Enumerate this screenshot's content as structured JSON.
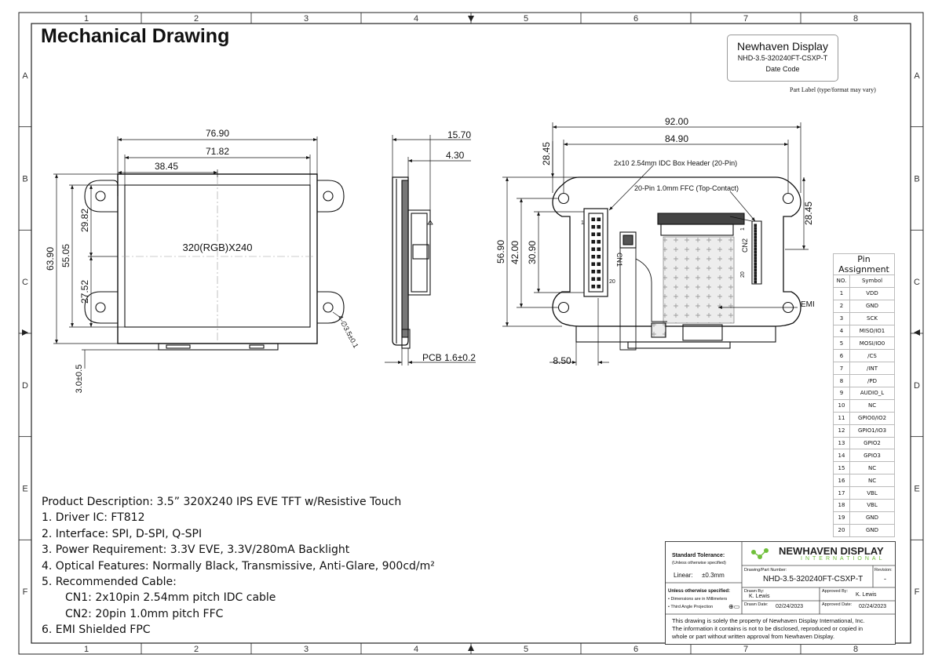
{
  "sheet": {
    "title": "Mechanical Drawing",
    "columns": [
      "1",
      "2",
      "3",
      "4",
      "5",
      "6",
      "7",
      "8"
    ],
    "rows": [
      "A",
      "B",
      "C",
      "D",
      "E",
      "F"
    ]
  },
  "part_label": {
    "company": "Newhaven Display",
    "part_number": "NHD-3.5-320240FT-CSXP-T",
    "date_code": "Date Code",
    "note": "Part Label (type/format may vary)"
  },
  "front_view": {
    "dim_width_outer": "76.90",
    "dim_width_active": "71.82",
    "dim_half_width": "38.45",
    "dim_height_outer": "63.90",
    "dim_height_active": "55.05",
    "dim_upper": "29.82",
    "dim_lower": "27.52",
    "dim_tail": "3.0±0.5",
    "hole_note": "4-∅3.5±0.1",
    "resolution_label": "320(RGB)X240"
  },
  "side_view": {
    "dim_total": "15.70",
    "dim_header": "4.30",
    "pcb_note": "PCB 1.6±0.2"
  },
  "back_view": {
    "dim_outer": "92.00",
    "dim_holes": "84.90",
    "dim_top_left": "28.45",
    "dim_right": "28.45",
    "dim_height": "56.90",
    "dim_height_inner": "42.00",
    "dim_connector": "30.90",
    "dim_offset": "8.50",
    "cn1_callout": "2x10 2.54mm IDC Box Header (20-Pin)",
    "cn2_callout": "20-Pin 1.0mm FFC (Top-Contact)",
    "cn1_label": "CN1",
    "cn2_label": "CN2",
    "emi_label": "EMI",
    "pin_1": "1",
    "pin_20": "20"
  },
  "description": {
    "heading": "Product Description: 3.5” 320X240 IPS EVE TFT w/Resistive Touch",
    "items": [
      "1. Driver IC: FT812",
      "2. Interface: SPI, D-SPI, Q-SPI",
      "3. Power Requirement: 3.3V EVE, 3.3V/280mA Backlight",
      "4. Optical Features: Normally Black, Transmissive, Anti-Glare, 900cd/m²",
      "5. Recommended Cable:",
      "CN1: 2x10pin 2.54mm pitch IDC cable",
      "CN2: 20pin 1.0mm pitch FFC",
      "6. EMI Shielded FPC"
    ]
  },
  "pin_assignment": {
    "title": "Pin Assignment",
    "col_no": "NO.",
    "col_symbol": "Symbol",
    "pins": [
      {
        "no": "1",
        "symbol": "VDD"
      },
      {
        "no": "2",
        "symbol": "GND"
      },
      {
        "no": "3",
        "symbol": "SCK"
      },
      {
        "no": "4",
        "symbol": "MISO/IO1"
      },
      {
        "no": "5",
        "symbol": "MOSI/IO0"
      },
      {
        "no": "6",
        "symbol": "/CS"
      },
      {
        "no": "7",
        "symbol": "/INT"
      },
      {
        "no": "8",
        "symbol": "/PD"
      },
      {
        "no": "9",
        "symbol": "AUDIO_L"
      },
      {
        "no": "10",
        "symbol": "NC"
      },
      {
        "no": "11",
        "symbol": "GPIO0/IO2"
      },
      {
        "no": "12",
        "symbol": "GPIO1/IO3"
      },
      {
        "no": "13",
        "symbol": "GPIO2"
      },
      {
        "no": "14",
        "symbol": "GPIO3"
      },
      {
        "no": "15",
        "symbol": "NC"
      },
      {
        "no": "16",
        "symbol": "NC"
      },
      {
        "no": "17",
        "symbol": "VBL"
      },
      {
        "no": "18",
        "symbol": "VBL"
      },
      {
        "no": "19",
        "symbol": "GND"
      },
      {
        "no": "20",
        "symbol": "GND"
      }
    ]
  },
  "title_block": {
    "std_tol": "Standard Tolerance:",
    "std_tol_sub": "(Unless otherwise specified)",
    "linear": "Linear:",
    "linear_val": "±0.3mm",
    "brand": "NEWHAVEN DISPLAY",
    "brand_sub": "INTERNATIONAL",
    "dwg_label": "Drawing/Part Number:",
    "dwg_val": "NHD-3.5-320240FT-CSXP-T",
    "rev_label": "Revision:",
    "rev_val": "-",
    "unless": "Unless otherwise specified:",
    "note1": "• Dimensions are in Millimeters",
    "note2": "• Third Angle Projection",
    "drawn_by_label": "Drawn By:",
    "drawn_by": "K. Lewis",
    "approved_by_label": "Approved By:",
    "approved_by": "K. Lewis",
    "drawn_date_label": "Drawn Date:",
    "drawn_date": "02/24/2023",
    "approved_date_label": "Approved Date:",
    "approved_date": "02/24/2023",
    "prop1": "This drawing is solely the property of Newhaven Display International, Inc.",
    "prop2": "The information it contains is not to be disclosed, reproduced or copied in",
    "prop3": "whole or part without written approval from Newhaven Display."
  }
}
